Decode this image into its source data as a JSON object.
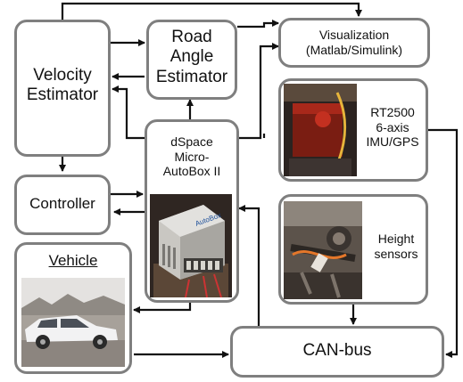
{
  "blocks": {
    "velocity_estimator": "Velocity\nEstimator",
    "road_angle_estimator": "Road\nAngle\nEstimator",
    "visualization": "Visualization\n(Matlab/Simulink)",
    "controller": "Controller",
    "dspace": "dSpace\nMicro-\nAutoBox II",
    "rt2500": "RT2500\n6-axis\nIMU/GPS",
    "height_sensors": "Height\nsensors",
    "vehicle": "Vehicle",
    "can_bus": "CAN-bus"
  },
  "colors": {
    "border": "#7f7f7f",
    "arrow": "#111111"
  }
}
